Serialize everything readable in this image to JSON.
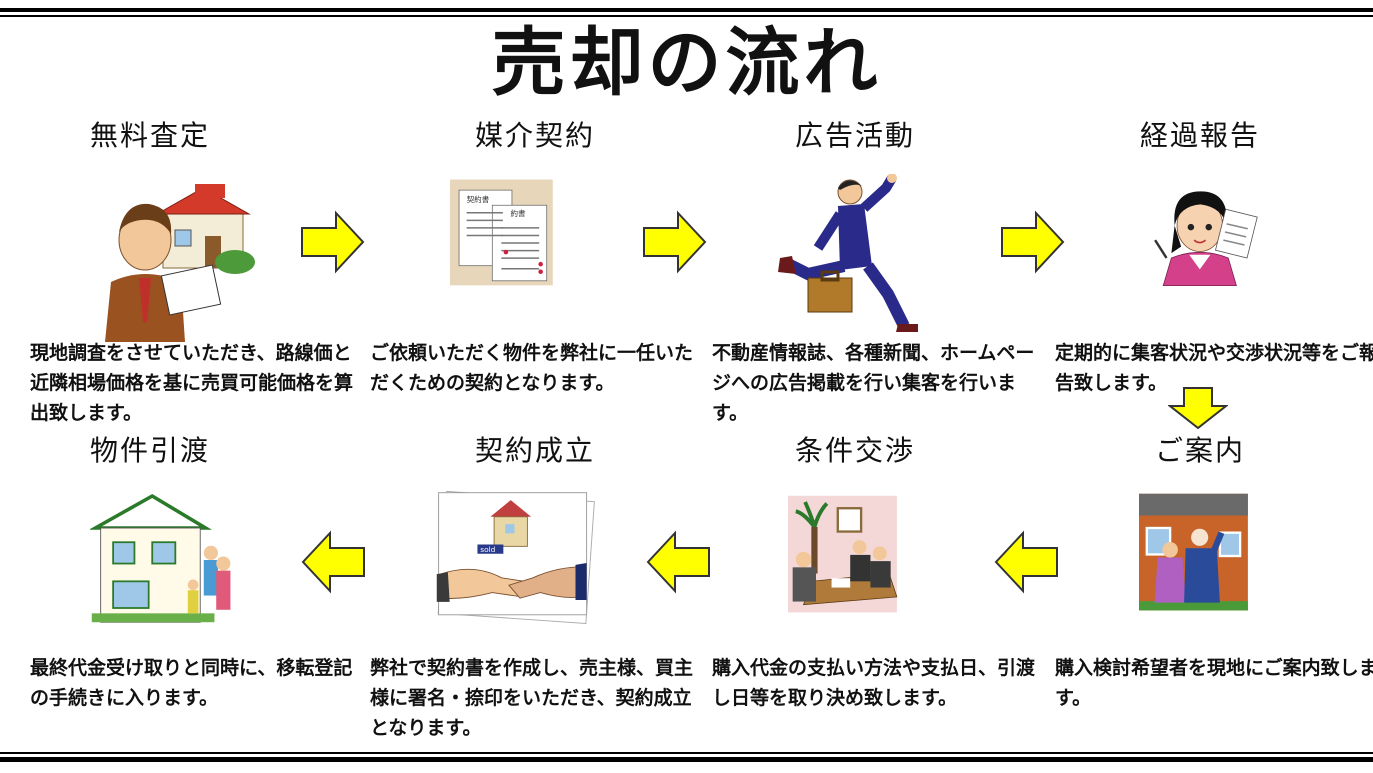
{
  "title": "売却の流れ",
  "steps": [
    {
      "id": "muryou-satei",
      "label": "無料査定",
      "desc": "現地調査をさせていただき、路線価と近隣相場価格を基に売買可能価格を算出致します。"
    },
    {
      "id": "baikai-keiyaku",
      "label": "媒介契約",
      "desc": "ご依頼いただく物件を弊社に一任いただくための契約となります。",
      "doc_a": "契約書",
      "doc_b": "約書"
    },
    {
      "id": "koukoku-katsudou",
      "label": "広告活動",
      "desc": "不動産情報誌、各種新聞、ホームページへの広告掲載を行い集客を行います。"
    },
    {
      "id": "keika-houkoku",
      "label": "経過報告",
      "desc": "定期的に集客状況や交渉状況等をご報告致します。"
    },
    {
      "id": "go-annai",
      "label": "ご案内",
      "desc": "購入検討希望者を現地にご案内致します。"
    },
    {
      "id": "jouken-koushou",
      "label": "条件交渉",
      "desc": "購入代金の支払い方法や支払日、引渡し日等を取り決め致します。"
    },
    {
      "id": "keiyaku-seiritsu",
      "label": "契約成立",
      "desc": "弊社で契約書を作成し、売主様、買主様に署名・捺印をいただき、契約成立となります。",
      "sign": "sold"
    },
    {
      "id": "bukken-hikiwatashi",
      "label": "物件引渡",
      "desc": "最終代金受け取りと同時に、移転登記の手続きに入ります。"
    }
  ],
  "colors": {
    "arrow_fill": "#ffff00",
    "arrow_stroke": "#333333",
    "rule": "#000000"
  }
}
